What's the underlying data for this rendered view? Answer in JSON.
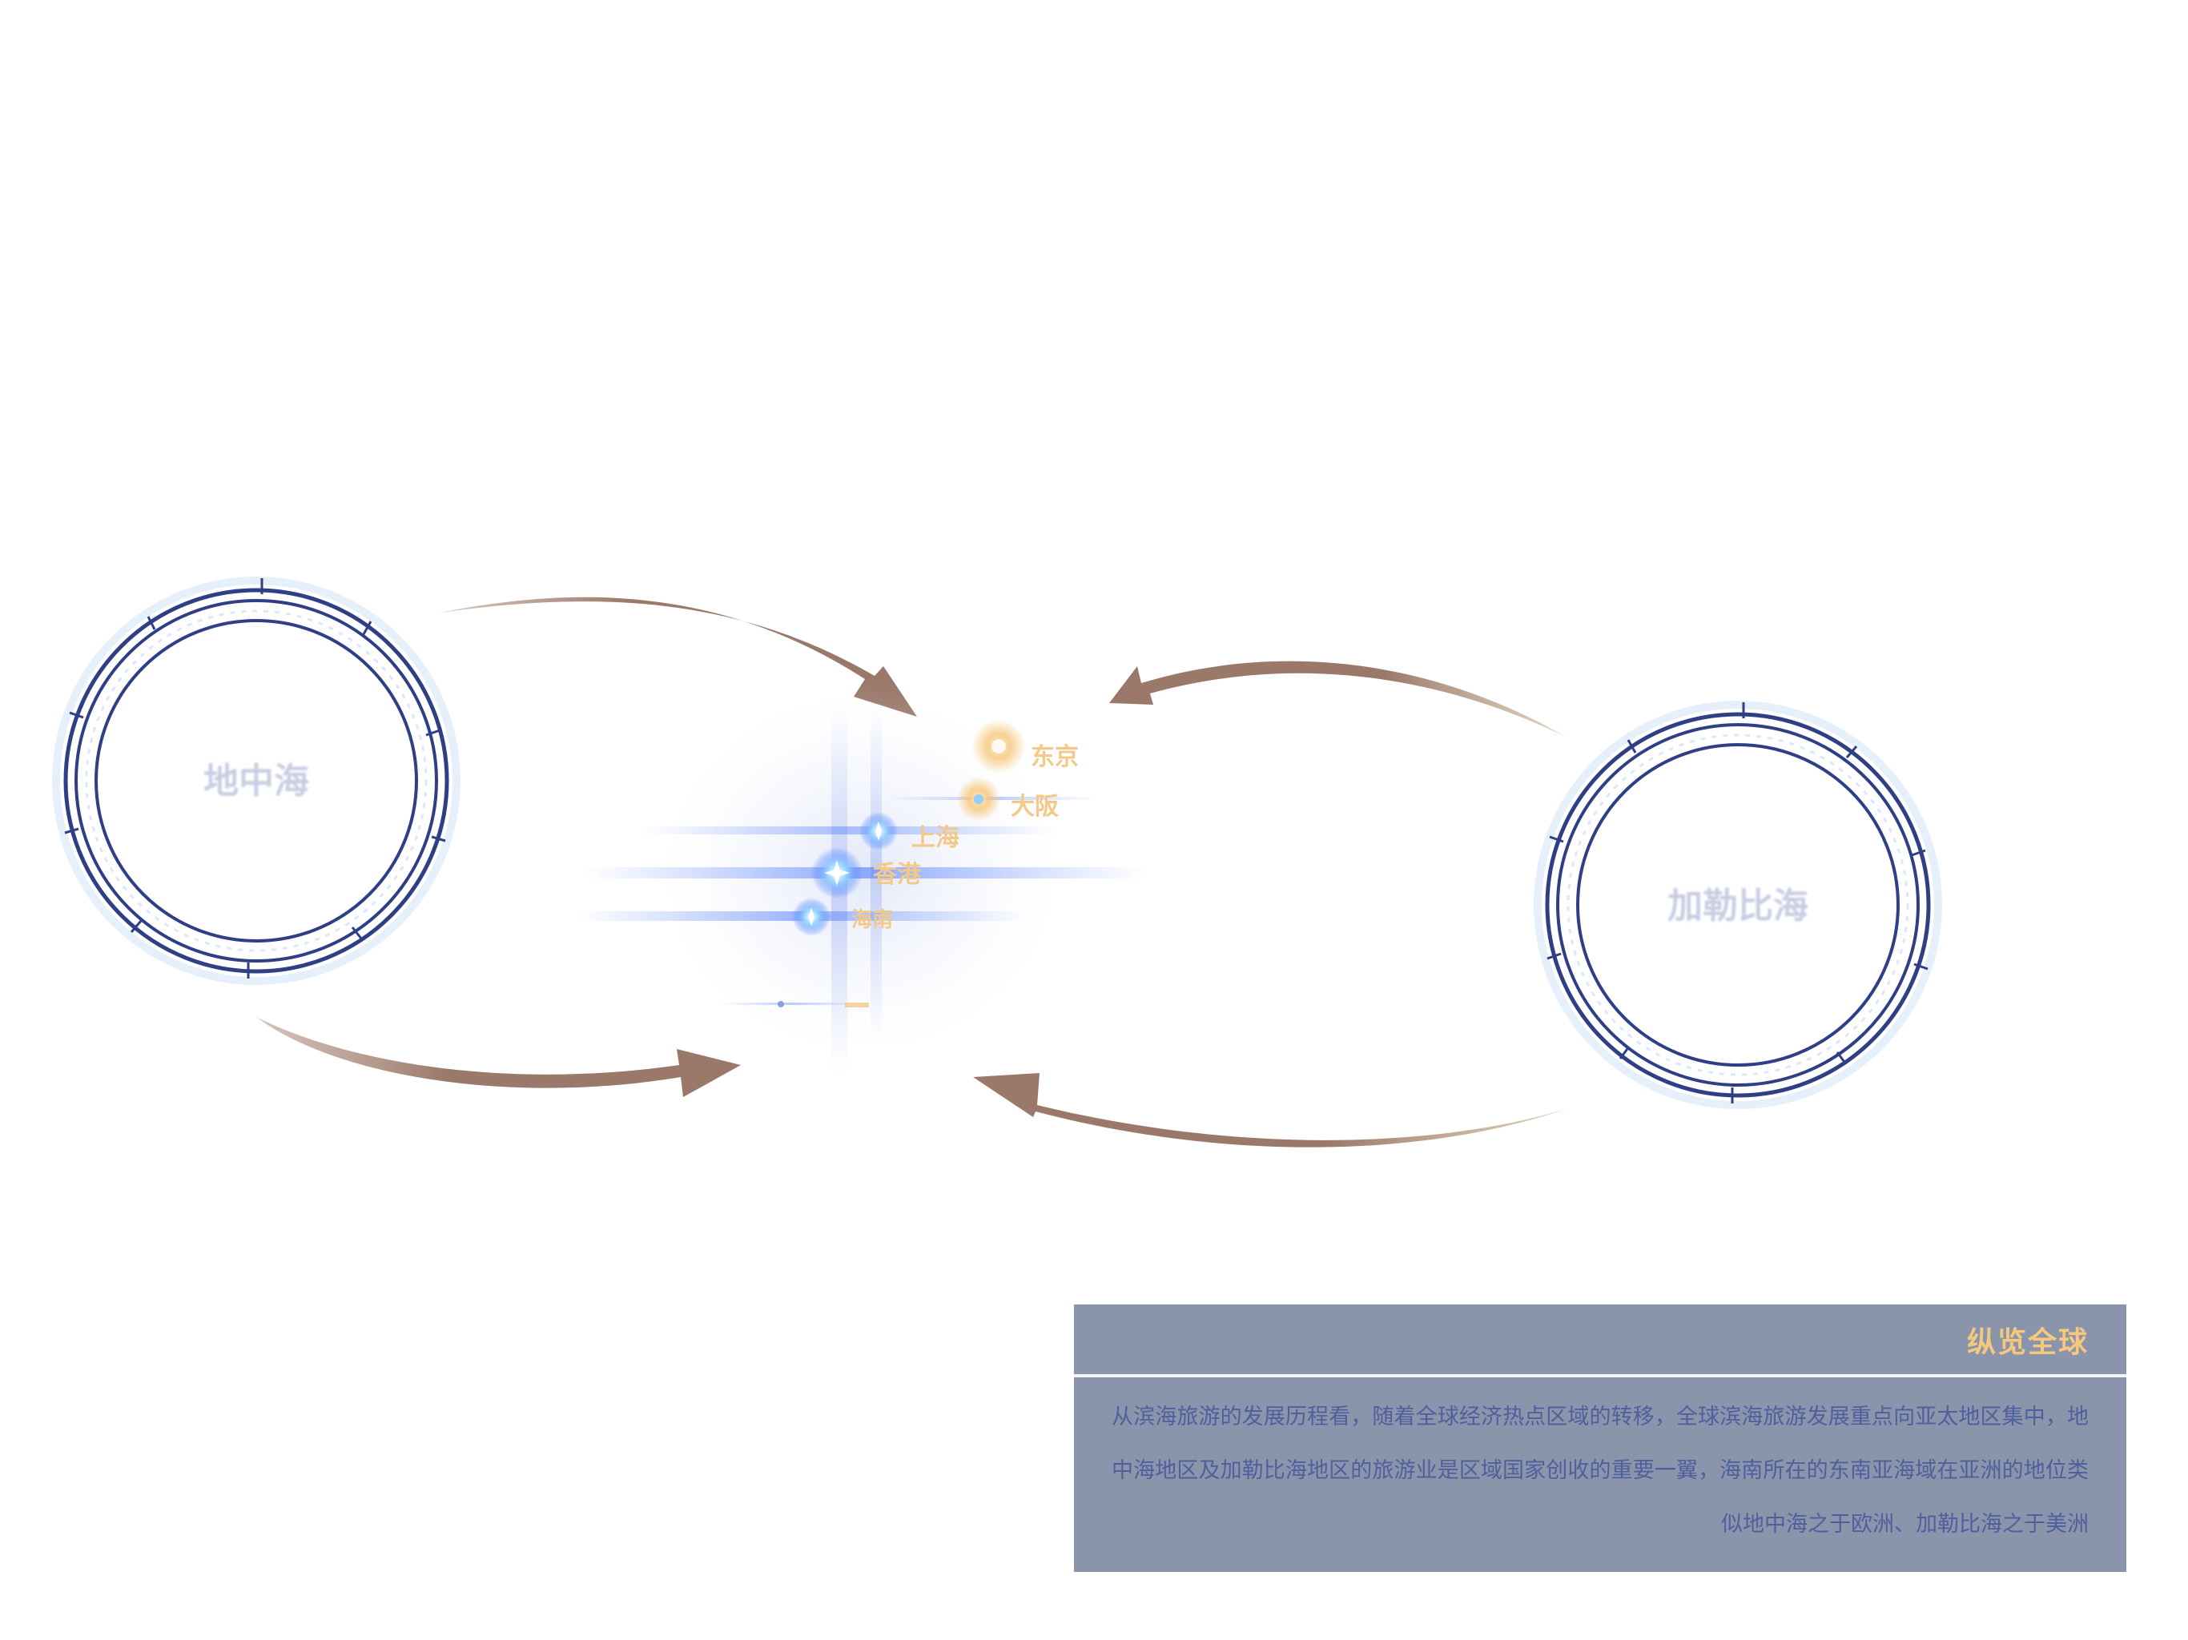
{
  "regions": {
    "mediterranean": "地中海",
    "caribbean": "加勒比海"
  },
  "cities": {
    "tokyo": "东京",
    "osaka": "大阪",
    "shanghai": "上海",
    "hongkong": "香港",
    "hainan": "海南"
  },
  "panel": {
    "title": "纵览全球",
    "body": "从滨海旅游的发展历程看，随着全球经济热点区域的转移，全球滨海旅游发展重点向亚太地区集中，地中海地区及加勒比海地区的旅游业是区域国家创收的重要一翼，海南所在的东南亚海域在亚洲的地位类似地中海之于欧洲、加勒比海之于美洲"
  },
  "colors": {
    "ring": "#2f3f86",
    "arrow": "#9a786a",
    "city_label": "#f3c98a",
    "panel_bg": "#76829c",
    "panel_title": "#f5c87e",
    "panel_text": "#4f5f9e"
  }
}
